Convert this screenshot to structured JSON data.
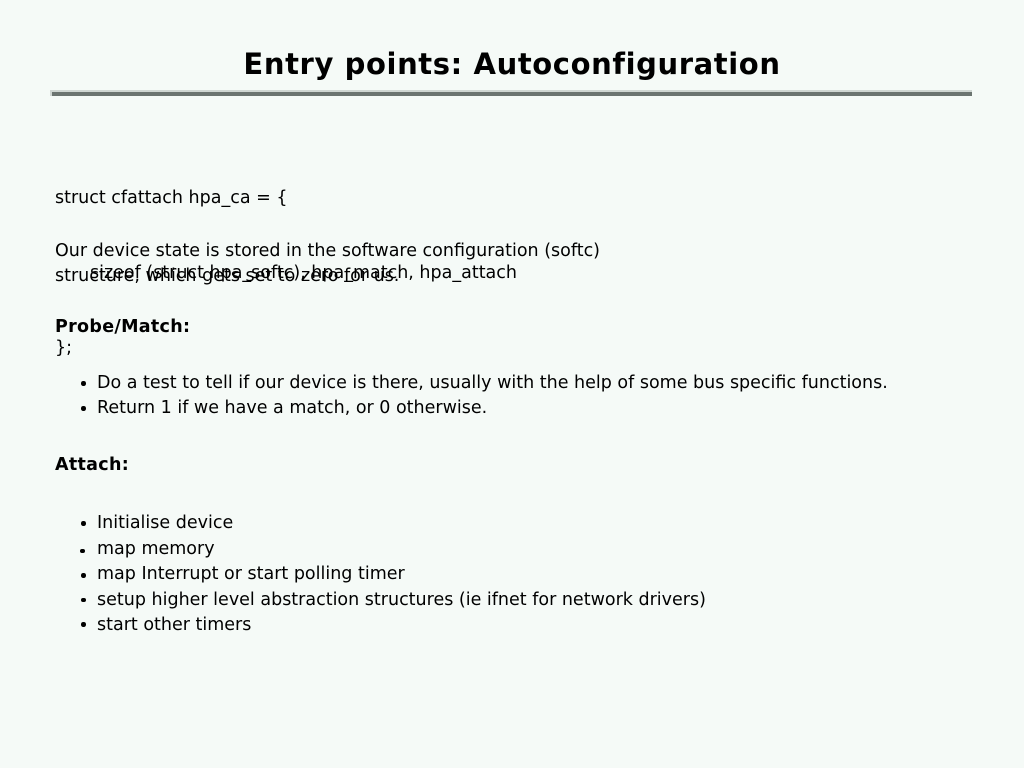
{
  "slide": {
    "title": "Entry points: Autoconfiguration",
    "background_color": "#f5faf7",
    "text_color": "#000000",
    "rule_color": "#6b7470",
    "rule_highlight_color": "#cfd6d2"
  },
  "code": {
    "lines": [
      "struct cfattach hpa_ca = {",
      "sizeof (struct hpa_softc), hpa_match, hpa_attach",
      "};"
    ]
  },
  "paragraph": {
    "lines": [
      "Our device state is stored in the software configuration (softc)",
      "structure, which gets set to zero for us."
    ]
  },
  "sections": [
    {
      "heading": "Probe/Match:",
      "bullets": [
        "Do a test to tell if our device is there, usually with the help of some bus specific functions.",
        "Return 1 if we have a match, or 0 otherwise."
      ]
    },
    {
      "heading": "Attach:",
      "bullets": [
        "Initialise device",
        "map memory",
        "map Interrupt or start polling timer",
        "setup higher level abstraction structures (ie ifnet for network drivers)",
        "start other timers"
      ]
    }
  ]
}
